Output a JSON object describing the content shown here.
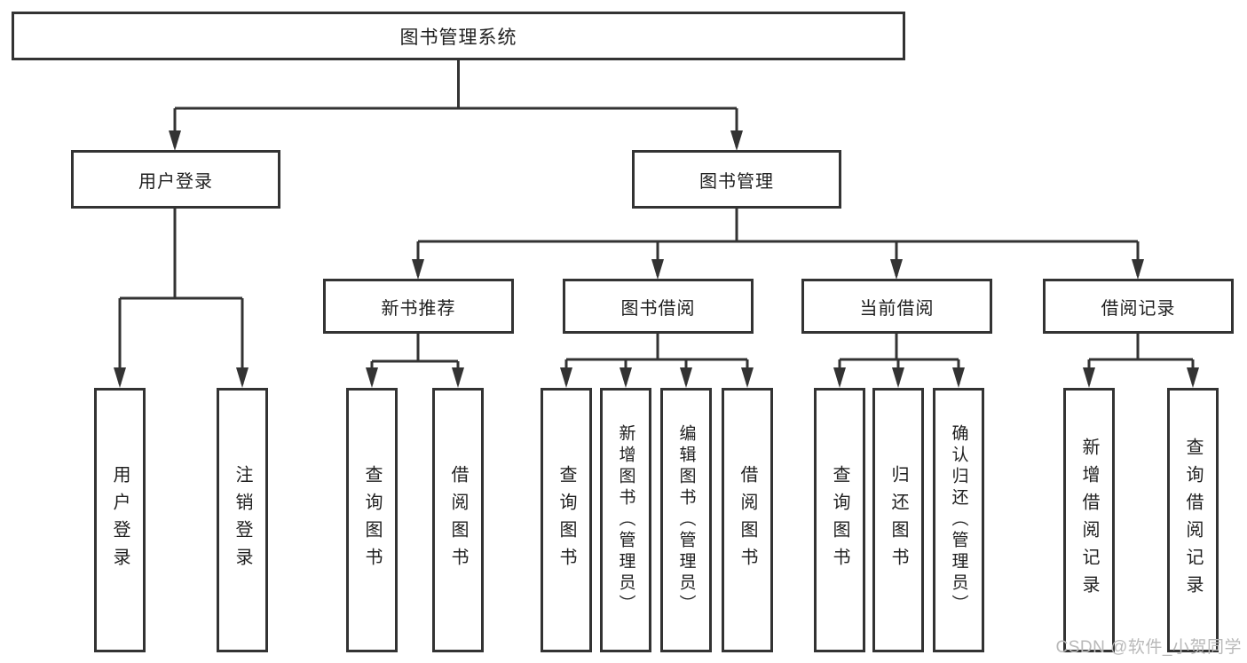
{
  "title": "图书管理系统",
  "level2": [
    {
      "label": "用户登录"
    },
    {
      "label": "图书管理"
    }
  ],
  "level3": [
    {
      "label": "新书推荐"
    },
    {
      "label": "图书借阅"
    },
    {
      "label": "当前借阅"
    },
    {
      "label": "借阅记录"
    }
  ],
  "level4": [
    {
      "label": "用户登录"
    },
    {
      "label": "注销登录"
    },
    {
      "label": "查询图书"
    },
    {
      "label": "借阅图书"
    },
    {
      "label": "查询图书"
    },
    {
      "label": "新增图书（管理员）"
    },
    {
      "label": "编辑图书（管理员）"
    },
    {
      "label": "借阅图书"
    },
    {
      "label": "查询图书"
    },
    {
      "label": "归还图书"
    },
    {
      "label": "确认归还（管理员）"
    },
    {
      "label": "新增借阅记录"
    },
    {
      "label": "查询借阅记录"
    }
  ],
  "watermark": "CSDN @软件_小贺同学",
  "colors": {
    "line": "#333333",
    "text": "#1f1f1f",
    "watermark": "#b9b9b9"
  }
}
